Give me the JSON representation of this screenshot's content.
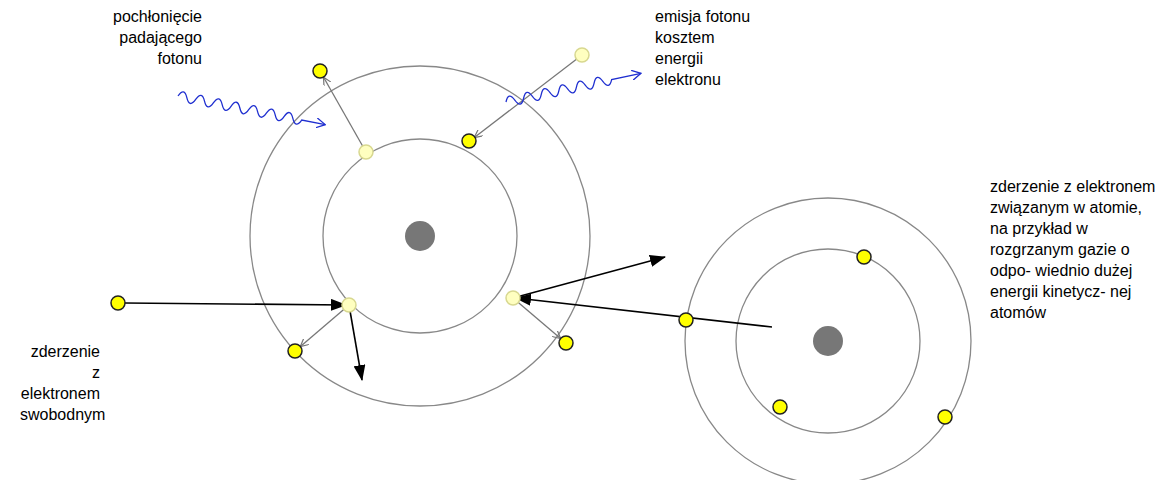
{
  "diagram": {
    "labels": [
      "pochłonięcie padającego fotonu",
      "emisja fotonu kosztem energii elektronu",
      "zderzenie z elektronem swobodnym",
      "zderzenie z elektronem związanym w atomie, na przykład w rozgrzanym gazie o odpo- wiednio dużej energii kinetycz- nej atomów"
    ]
  }
}
